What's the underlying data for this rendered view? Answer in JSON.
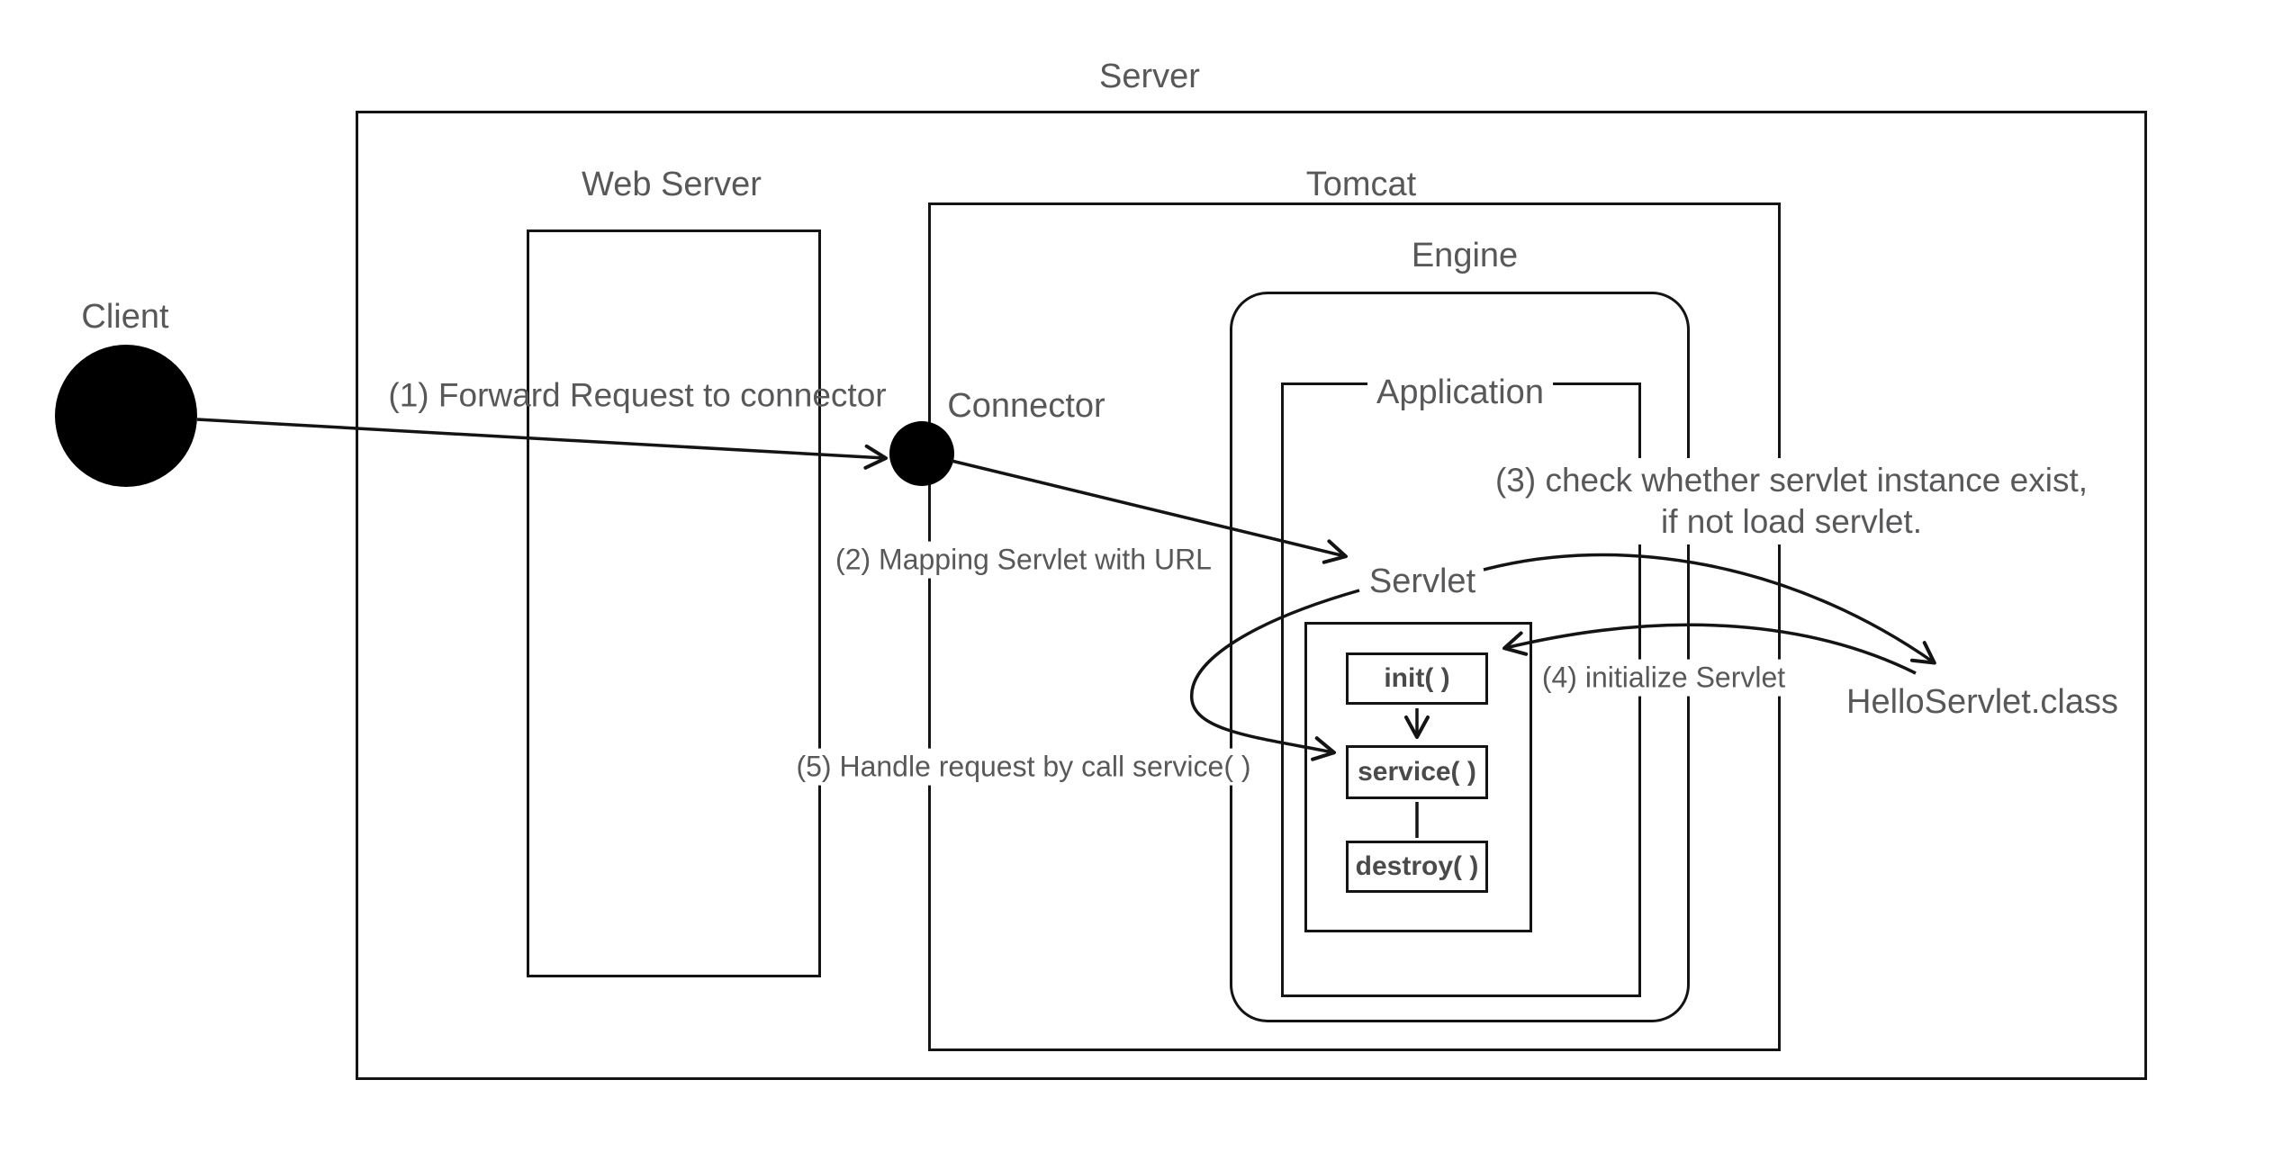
{
  "diagram": {
    "title": "Server",
    "nodes": {
      "client": "Client",
      "web_server": "Web Server",
      "tomcat": "Tomcat",
      "engine": "Engine",
      "application": "Application",
      "connector": "Connector",
      "servlet": "Servlet",
      "hello_servlet_class": "HelloServlet.class"
    },
    "lifecycle_methods": {
      "init": "init( )",
      "service": "service( )",
      "destroy": "destroy( )"
    },
    "steps": {
      "step1": "(1) Forward Request to connector",
      "step2": "(2) Mapping Servlet with URL",
      "step3_line1": "(3) check  whether servlet instance exist,",
      "step3_line2": "if not load servlet.",
      "step4": "(4) initialize Servlet",
      "step5": "(5) Handle request by call service( )"
    },
    "colors": {
      "text": "#58585a",
      "line": "#141414",
      "node_fill": "#000000",
      "background": "#ffffff"
    }
  }
}
